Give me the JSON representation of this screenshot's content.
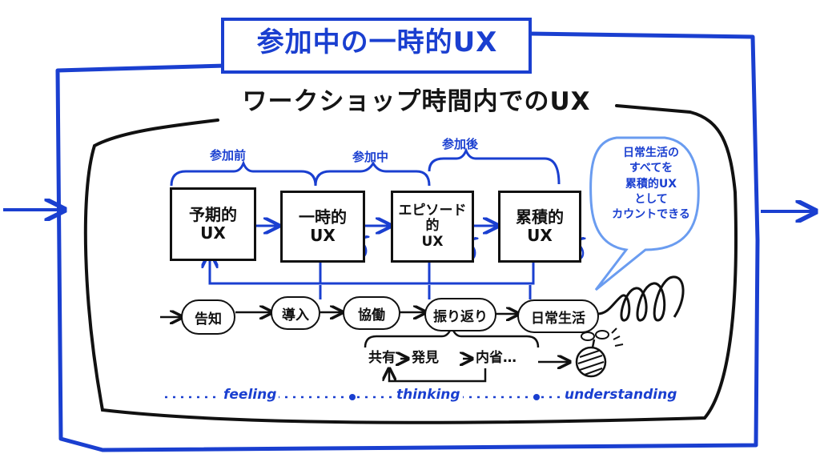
{
  "title": "参加中の一時的UX",
  "subtitle": "ワークショップ時間内でのUX",
  "phases": {
    "before": "参加前",
    "during": "参加中",
    "after": "参加後"
  },
  "boxes": {
    "anticipated": [
      "予期的",
      "UX"
    ],
    "momentary": [
      "一時的",
      "UX"
    ],
    "episodic": [
      "エピソード",
      "的",
      "UX"
    ],
    "cumulative": [
      "累積的",
      "UX"
    ]
  },
  "bubble": {
    "line1": "日常生活の",
    "line2": "すべてを",
    "line3": "累積的UX",
    "line4": "として",
    "line5": "カウントできる"
  },
  "steps": {
    "announce": "告知",
    "intro": "導入",
    "collab": "協働",
    "review": "振り返り",
    "daily": "日常生活"
  },
  "reflection": {
    "share": "共有",
    "discover": "発見",
    "introspect": "内省…"
  },
  "footer": {
    "feeling": "feeling",
    "thinking": "thinking",
    "understanding": "understanding"
  },
  "colors": {
    "accent_blue": "#1a3fd0",
    "bubble_blue": "#6a9cf0",
    "ink": "#111111"
  },
  "icons": [
    "arrow-right-icon",
    "loop-arrow-icon",
    "spiral-icon",
    "sprout-icon"
  ]
}
